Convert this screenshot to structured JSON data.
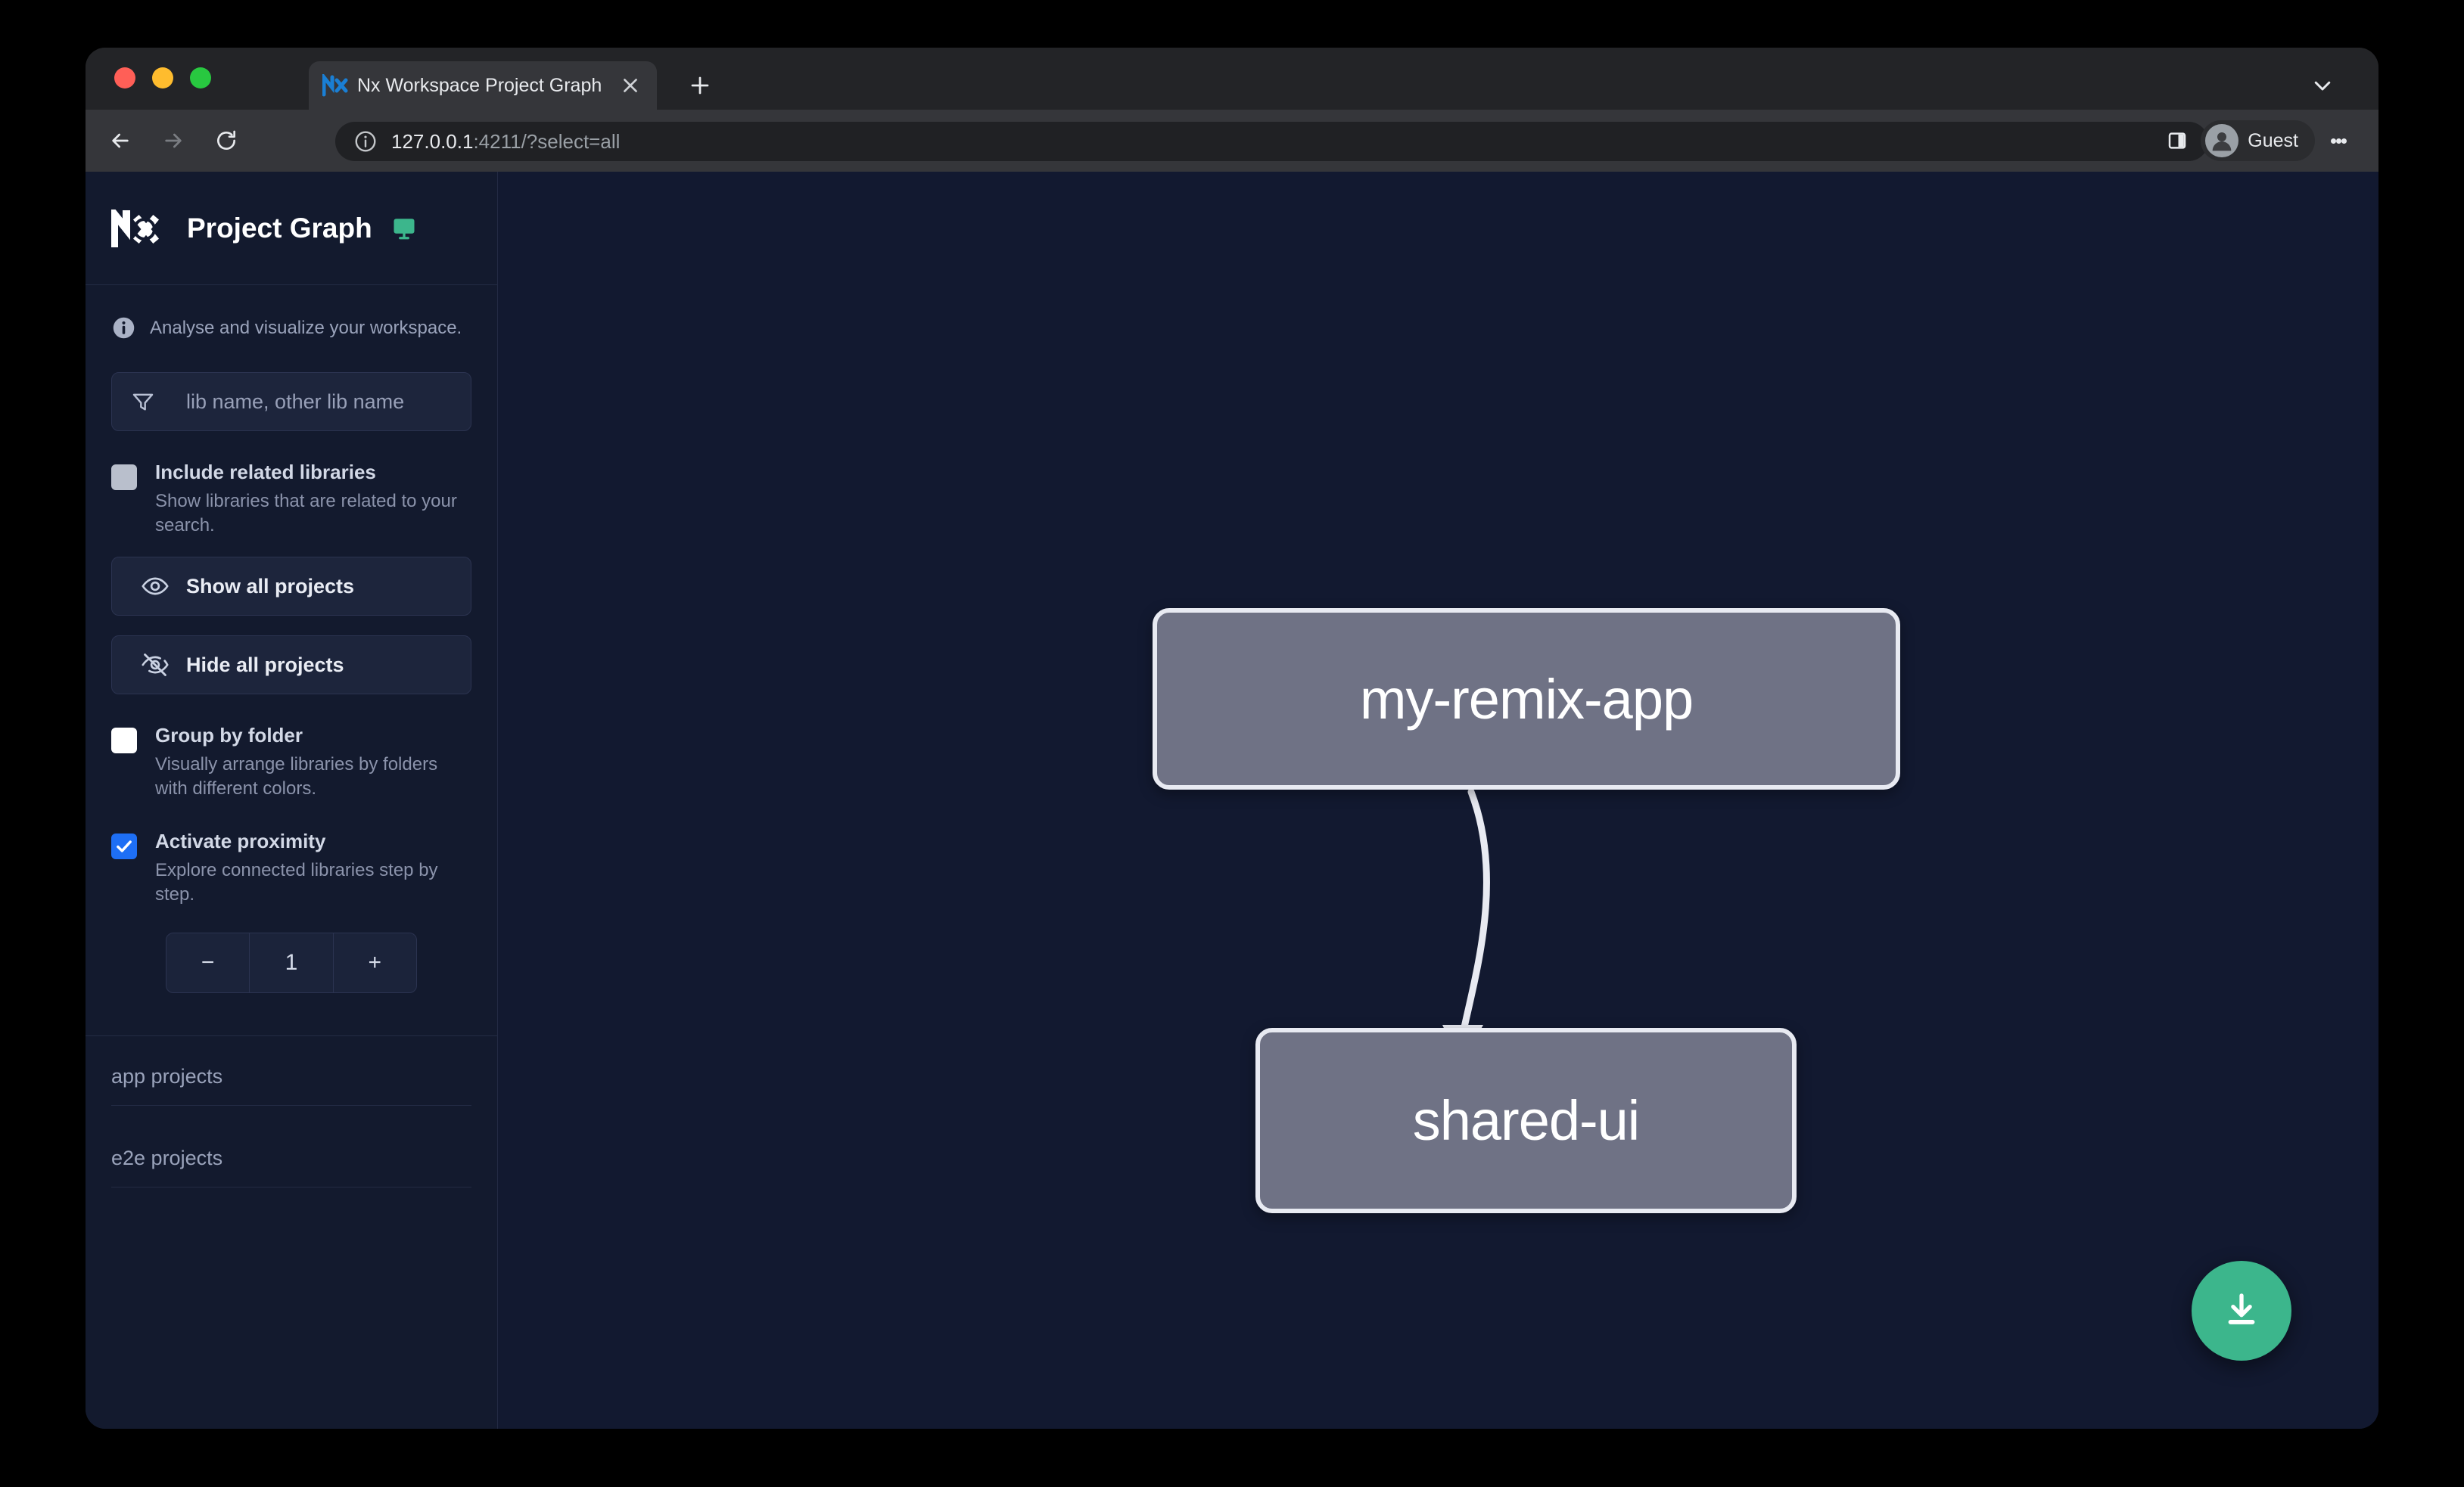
{
  "browser": {
    "tab": {
      "title": "Nx Workspace Project Graph",
      "favicon_icon": "nx-favicon-icon",
      "close_icon": "close-icon"
    },
    "new_tab_icon": "plus-icon",
    "tab_list_chevron_icon": "chevron-down-icon",
    "back_icon": "arrow-left-icon",
    "forward_icon": "arrow-right-icon",
    "reload_icon": "reload-icon",
    "site_info_icon": "info-circle-icon",
    "url": {
      "host": "127.0.0.1",
      "rest": ":4211/?select=all",
      "full": "127.0.0.1:4211/?select=all"
    },
    "side_panel_icon": "side-panel-icon",
    "profile": {
      "name": "Guest",
      "avatar_icon": "person-avatar-icon"
    },
    "menu_icon": "kebab-menu-icon"
  },
  "sidebar": {
    "logo_icon": "nx-logo-icon",
    "title": "Project Graph",
    "monitor_icon": "monitor-icon",
    "info_icon": "info-circle-icon",
    "tagline": "Analyse and visualize your workspace.",
    "search": {
      "icon": "filter-funnel-icon",
      "value": "",
      "placeholder": "lib name, other lib name"
    },
    "options": [
      {
        "id": "include-related-libraries",
        "label": "Include related libraries",
        "description": "Show libraries that are related to your search.",
        "checkbox_state": "indeterminate"
      },
      {
        "id": "group-by-folder",
        "label": "Group by folder",
        "description": "Visually arrange libraries by folders with different colors.",
        "checkbox_state": "unchecked"
      },
      {
        "id": "activate-proximity",
        "label": "Activate proximity",
        "description": "Explore connected libraries step by step.",
        "checkbox_state": "checked"
      }
    ],
    "buttons": [
      {
        "id": "show-all-projects",
        "label": "Show all projects",
        "icon": "eye-icon"
      },
      {
        "id": "hide-all-projects",
        "label": "Hide all projects",
        "icon": "eye-off-icon"
      }
    ],
    "stepper": {
      "decrement_label": "−",
      "value": "1",
      "increment_label": "+"
    },
    "groups": [
      {
        "id": "app-projects",
        "name": "app projects"
      },
      {
        "id": "e2e-projects",
        "name": "e2e projects"
      }
    ],
    "scrollbar": {
      "track_color": "#f8f9fd",
      "thumb_color": "#bfc2cb"
    }
  },
  "graph": {
    "nodes": [
      {
        "id": "my-remix-app",
        "label": "my-remix-app"
      },
      {
        "id": "shared-ui",
        "label": "shared-ui"
      }
    ],
    "edges": [
      {
        "from": "my-remix-app",
        "to": "shared-ui",
        "style": "curved-arrow"
      }
    ],
    "download_button": {
      "icon": "download-icon",
      "color": "#3cb68c"
    },
    "background_color": "#121930",
    "node_fill": "#6f7285",
    "node_border": "#e8eaf2"
  }
}
